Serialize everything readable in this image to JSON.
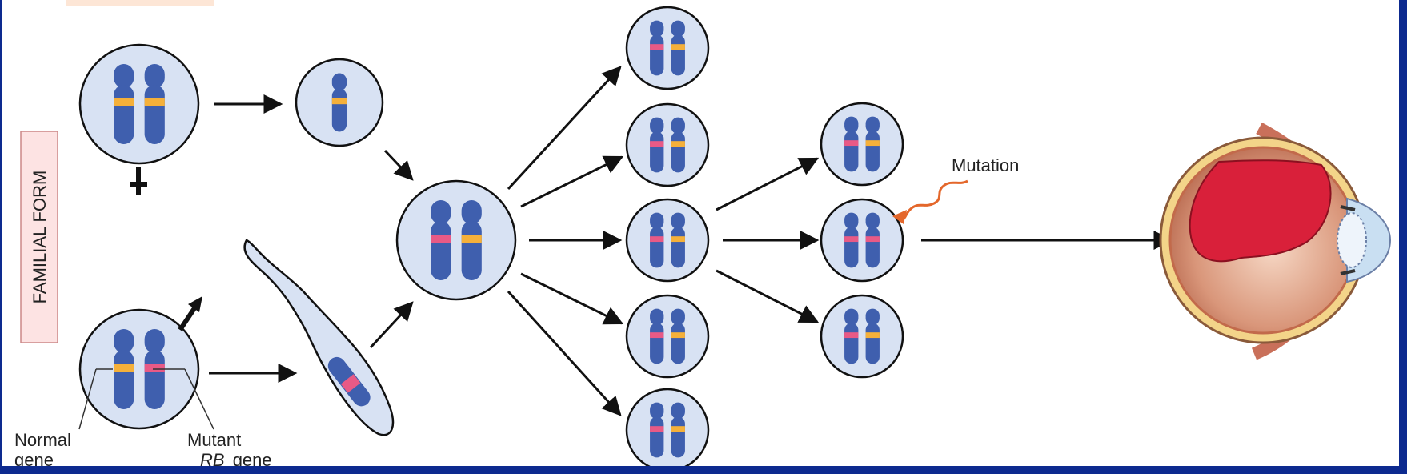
{
  "side_label": "FAMILIAL FORM",
  "mutation_label": "Mutation",
  "normal_gene_label": [
    "Normal",
    "gene"
  ],
  "mutant_gene_label": [
    "Mutant",
    "RB",
    "gene"
  ],
  "colors": {
    "cell_fill": "#d8e2f3",
    "chromosome": "#3f5fae",
    "normal_band": "#f5b03a",
    "mutant_band": "#e85a86",
    "tumor": "#d9203a",
    "frame": "#0d2a8f",
    "label_box": "#fde3e3"
  }
}
